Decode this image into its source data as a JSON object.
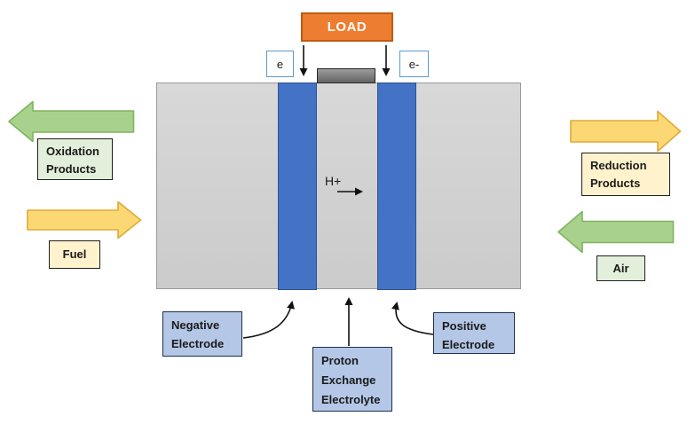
{
  "load_label": "LOAD",
  "electrons": {
    "left_label": "e",
    "right_label": "e-"
  },
  "proton_label": "H+",
  "flows": {
    "oxidation": {
      "line1": "Oxidation",
      "line2": "Products"
    },
    "fuel": {
      "label": "Fuel"
    },
    "reduction": {
      "line1": "Reduction",
      "line2": "Products"
    },
    "air": {
      "label": "Air"
    }
  },
  "components": {
    "negative_electrode": {
      "line1": "Negative",
      "line2": "Electrode"
    },
    "positive_electrode": {
      "line1": "Positive",
      "line2": "Electrode"
    },
    "electrolyte": {
      "line1": "Proton",
      "line2": "Exchange",
      "line3": "Electrolyte"
    }
  },
  "colors": {
    "load_fill": "#ED7D31",
    "load_border": "#C05A11",
    "electrode_blue": "#4472C4",
    "cell_body_gray": "#D1D1D1",
    "collector_gray": "#7F7F7F",
    "green_arrow_fill": "#A9D18E",
    "green_arrow_border": "#7FB55D",
    "gold_arrow_fill": "#FBD873",
    "gold_arrow_border": "#E0A937",
    "green_label_fill": "#E2EFDA",
    "yellow_label_fill": "#FFF2CC",
    "blue_label_fill": "#B4C7E7",
    "electron_box_border": "#5B9BD5"
  }
}
